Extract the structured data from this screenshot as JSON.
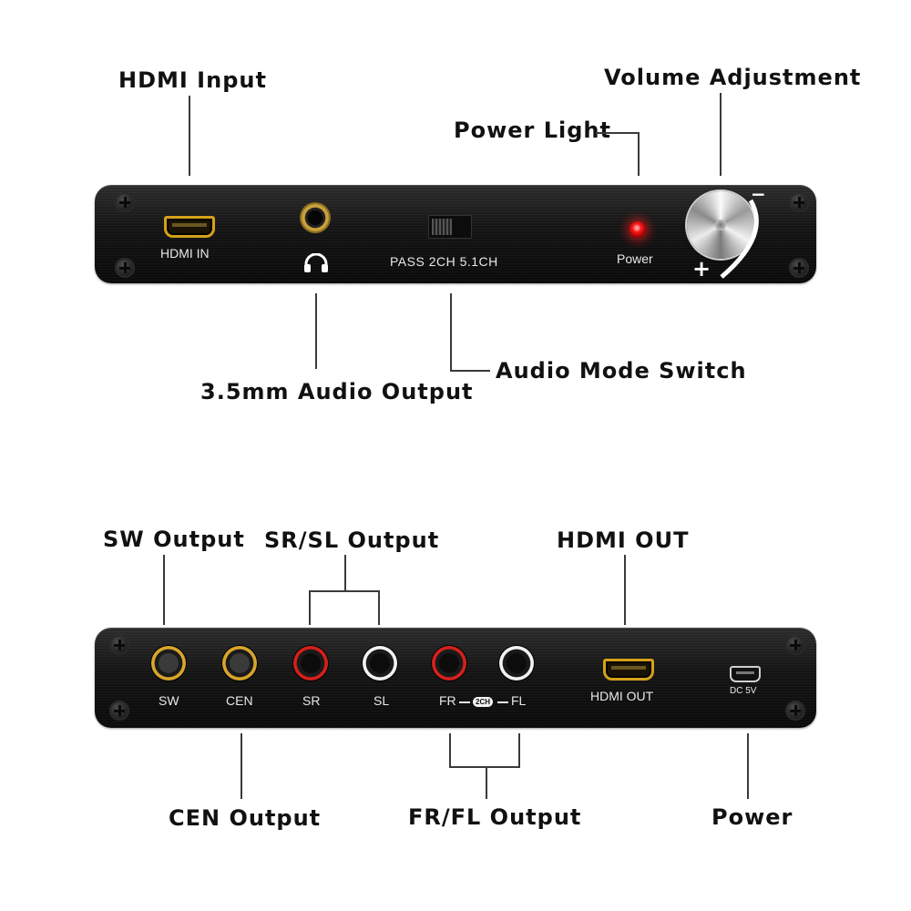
{
  "front_panel": {
    "callouts": {
      "hdmi_input": "HDMI Input",
      "volume_adjustment": "Volume Adjustment",
      "power_light": "Power Light",
      "audio_output": "3.5mm Audio Output",
      "audio_mode_switch": "Audio Mode Switch"
    },
    "labels": {
      "hdmi_in": "HDMI IN",
      "switch_modes": "PASS 2CH 5.1CH",
      "power": "Power",
      "minus": "−",
      "plus": "+"
    },
    "icons": [
      "headphone-icon"
    ],
    "led_color": "#ff1a1a"
  },
  "rear_panel": {
    "callouts": {
      "sw_output": "SW Output",
      "sr_sl_output": "SR/SL Output",
      "hdmi_out": "HDMI OUT",
      "cen_output": "CEN Output",
      "fr_fl_output": "FR/FL Output",
      "power": "Power"
    },
    "labels": {
      "sw": "SW",
      "cen": "CEN",
      "sr": "SR",
      "sl": "SL",
      "fr": "FR",
      "two_ch": "2CH",
      "fl": "FL",
      "hdmi_out": "HDMI OUT",
      "dc": "DC 5V"
    },
    "jack_colors": {
      "sw": "#d9a52a",
      "cen": "#d9a52a",
      "sr": "#d4201c",
      "sl": "#f2f2f2",
      "fr": "#d4201c",
      "fl": "#f2f2f2"
    }
  },
  "colors": {
    "panel": "#121212",
    "hdmi_gold": "#d6a11a",
    "leader_line": "#3a3a3a"
  }
}
